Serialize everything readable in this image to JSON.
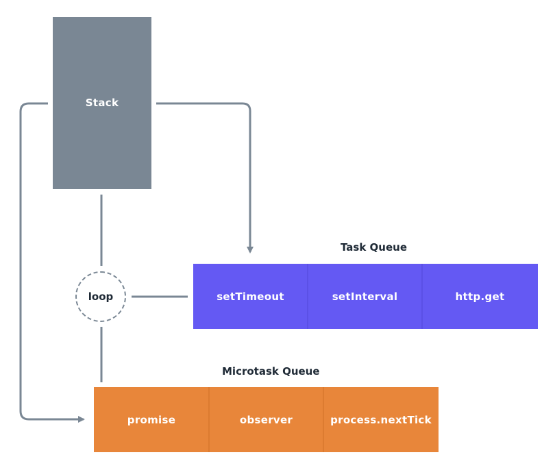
{
  "stack": {
    "label": "Stack"
  },
  "loop": {
    "label": "loop"
  },
  "task_queue": {
    "title": "Task Queue",
    "items": [
      "setTimeout",
      "setInterval",
      "http.get"
    ]
  },
  "microtask_queue": {
    "title": "Microtask Queue",
    "items": [
      "promise",
      "observer",
      "process.nextTick"
    ]
  },
  "colors": {
    "stack": "#7a8794",
    "task_queue": "#6459f3",
    "microtask_queue": "#e8863a",
    "connector": "#7a8794"
  }
}
